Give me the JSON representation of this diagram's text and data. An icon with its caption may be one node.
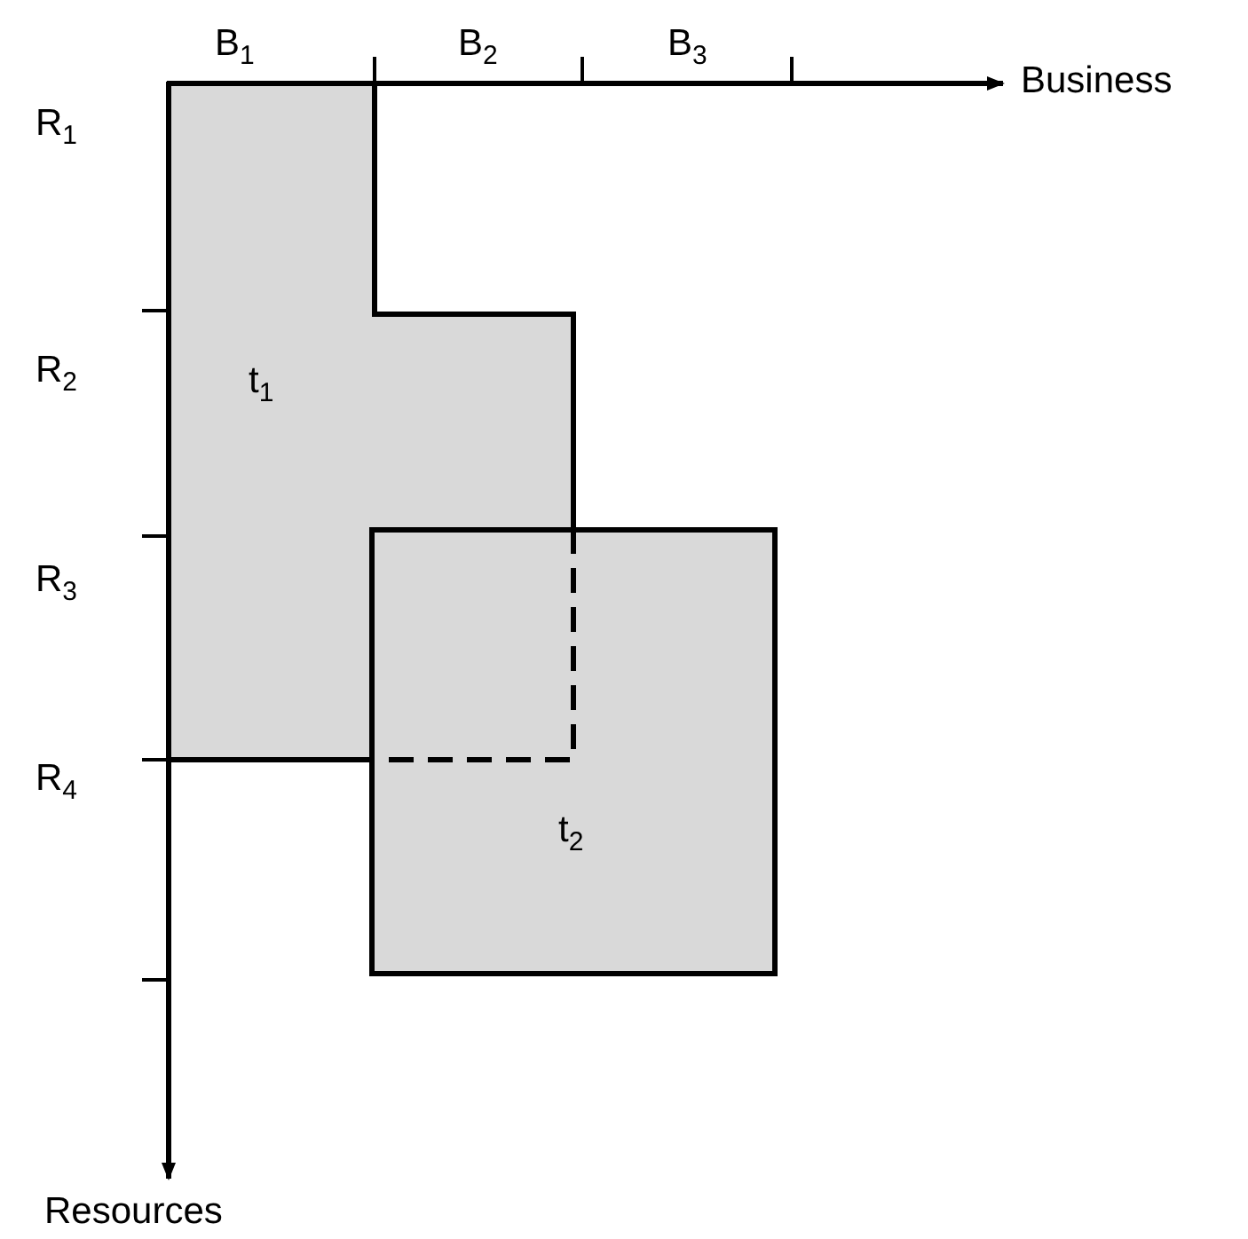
{
  "diagram": {
    "nodes": [
      {
        "text": [
          "t$_{1}$"
        ]
      },
      {
        "text": [
          "t$_{2}$"
        ]
      }
    ],
    "labels": [
      "B$_{1}$",
      "B$_{2}$",
      "B$_{3}$",
      "Business",
      "R$_{1}$",
      "R$_{2}$",
      "R$_{3}$",
      "R$_{4}$",
      "Resources"
    ]
  }
}
